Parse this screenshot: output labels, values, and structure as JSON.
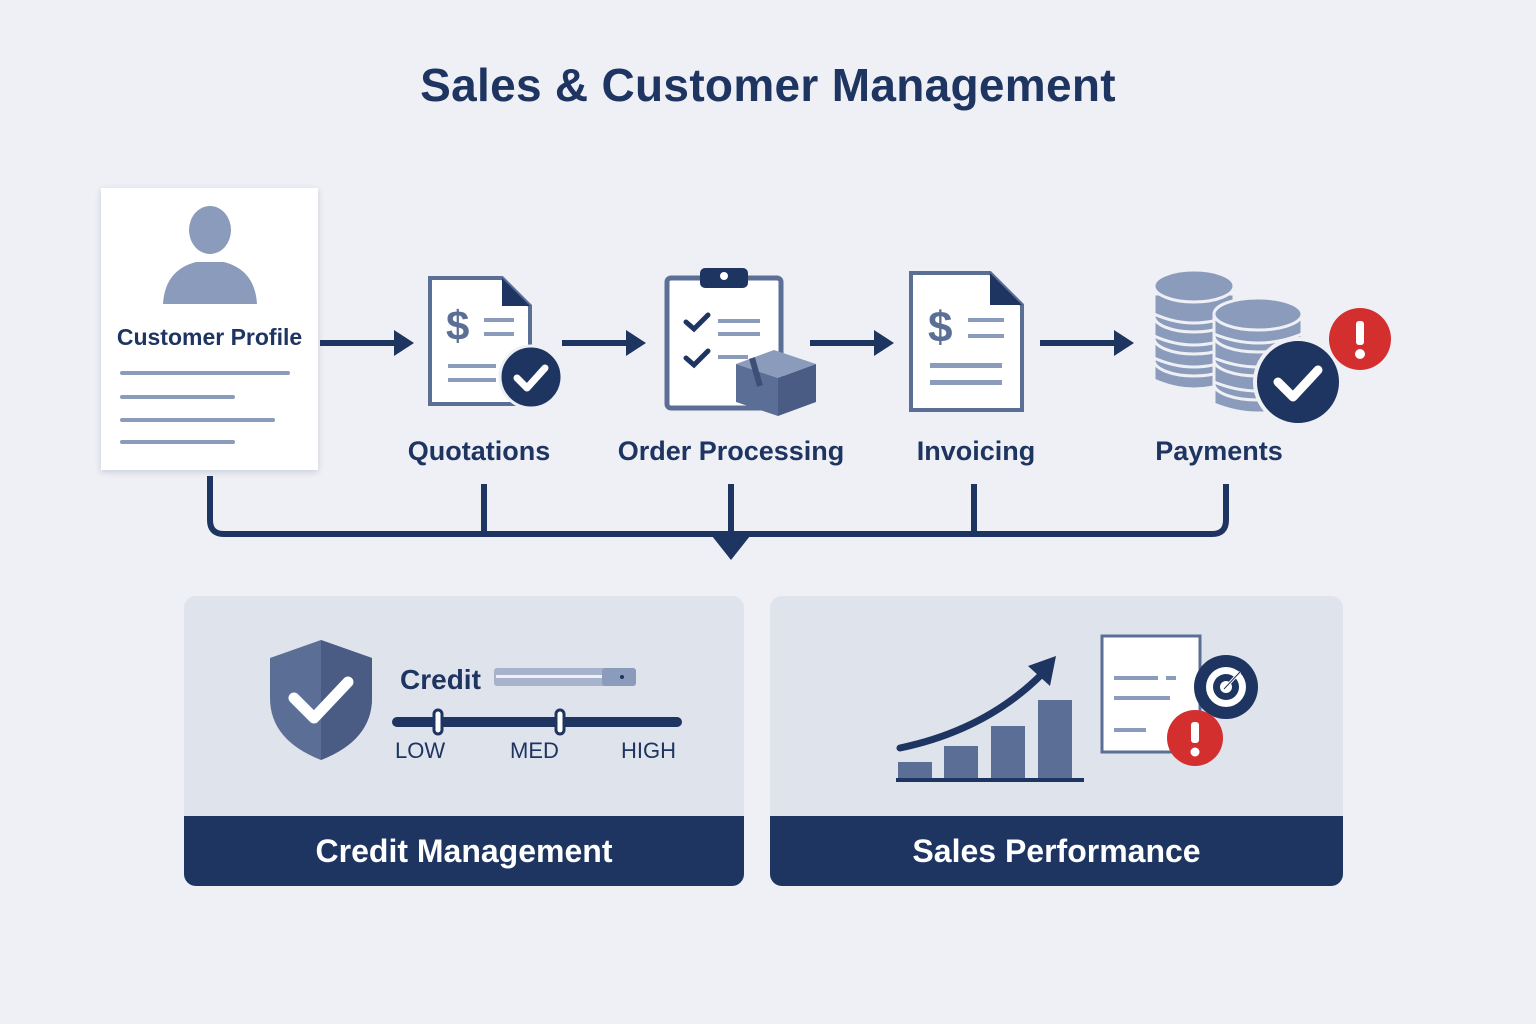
{
  "title": "Sales & Customer Management",
  "colors": {
    "navy": "#1e3461",
    "slate": "#5b6e96",
    "muted": "#8a9bbb",
    "alert": "#d32f2f",
    "panel": "#dfe3ec",
    "background": "#eef0f5"
  },
  "profile": {
    "label": "Customer Profile",
    "icon": "person-icon"
  },
  "steps": [
    {
      "label": "Quotations",
      "icon": "quote-document-check-icon"
    },
    {
      "label": "Order Processing",
      "icon": "clipboard-box-icon"
    },
    {
      "label": "Invoicing",
      "icon": "invoice-document-icon"
    },
    {
      "label": "Payments",
      "icon": "coins-check-alert-icon"
    }
  ],
  "panels": {
    "credit": {
      "title": "Credit Management",
      "credit_label": "Credit",
      "scale": [
        "LOW",
        "MED",
        "HIGH"
      ],
      "icon": "shield-check-icon"
    },
    "sales": {
      "title": "Sales Performance",
      "icon": "growth-chart-icon"
    }
  }
}
